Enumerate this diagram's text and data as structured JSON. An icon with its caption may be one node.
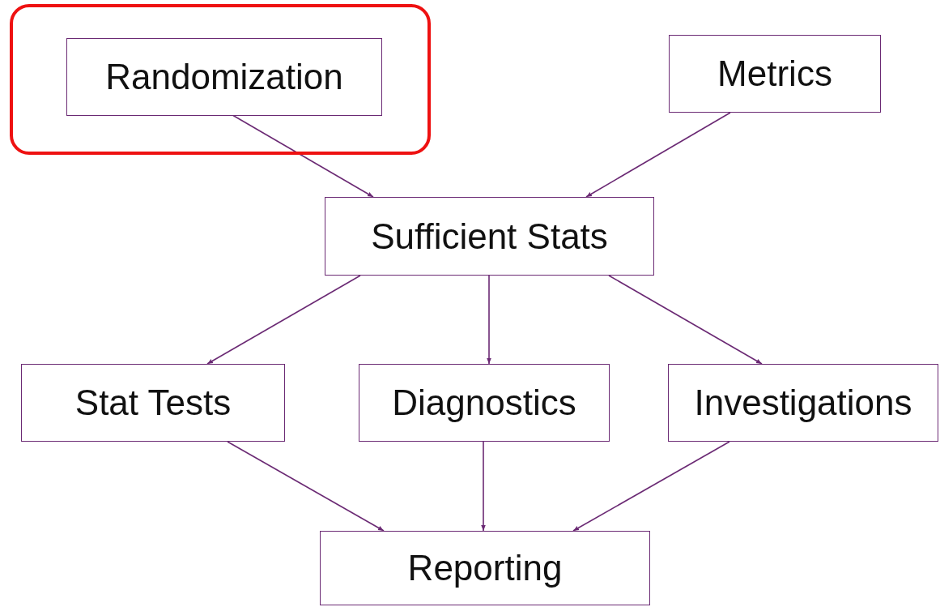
{
  "diagram": {
    "nodes": [
      {
        "text": [],
        "shape": "box"
      },
      {
        "text": [
          "Randomization"
        ],
        "in": 0
      },
      {
        "text": [
          "Metrics"
        ]
      },
      {
        "text": [
          "Sufficient Stats"
        ]
      },
      {
        "text": [
          "Stat Tests"
        ]
      },
      {
        "text": [
          "Diagnostics"
        ]
      },
      {
        "text": [
          "Investigations"
        ]
      },
      {
        "text": [
          "Reporting"
        ]
      }
    ],
    "edges": [
      {
        "from": 1,
        "to": 3,
        "arrow": "to"
      },
      {
        "from": 2,
        "to": 3,
        "arrow": "to"
      },
      {
        "from": 3,
        "to": 4,
        "arrow": "to"
      },
      {
        "from": 3,
        "to": 5,
        "arrow": "to"
      },
      {
        "from": 3,
        "to": 6,
        "arrow": "to"
      },
      {
        "from": 4,
        "to": 7,
        "arrow": "to"
      },
      {
        "from": 5,
        "to": 7,
        "arrow": "to"
      },
      {
        "from": 6,
        "to": 7,
        "arrow": "to"
      }
    ]
  }
}
